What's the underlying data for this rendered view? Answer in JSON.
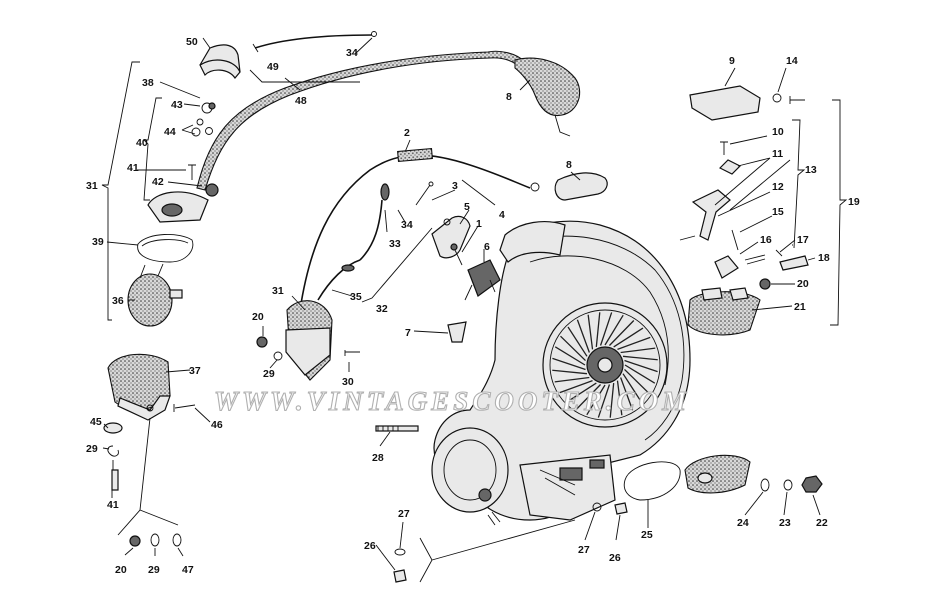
{
  "watermark": "WWW.VINTAGESCOOTER.COM",
  "labels": {
    "l1": "1",
    "l2": "2",
    "l3": "3",
    "l4": "4",
    "l5": "5",
    "l6": "6",
    "l7": "7",
    "l8a": "8",
    "l8b": "8",
    "l9": "9",
    "l10": "10",
    "l11": "11",
    "l12": "12",
    "l13": "13",
    "l14": "14",
    "l15": "15",
    "l16": "16",
    "l17": "17",
    "l18": "18",
    "l19": "19",
    "l20a": "20",
    "l20b": "20",
    "l20c": "20",
    "l21": "21",
    "l22": "22",
    "l23": "23",
    "l24": "24",
    "l25": "25",
    "l26a": "26",
    "l26b": "26",
    "l27a": "27",
    "l27b": "27",
    "l28": "28",
    "l29a": "29",
    "l29b": "29",
    "l29c": "29",
    "l30": "30",
    "l31a": "31",
    "l31b": "31",
    "l32": "32",
    "l33": "33",
    "l34a": "34",
    "l34b": "34",
    "l35": "35",
    "l36": "36",
    "l37": "37",
    "l38": "38",
    "l39": "39",
    "l40": "40",
    "l41a": "41",
    "l41b": "41",
    "l42": "42",
    "l43": "43",
    "l44": "44",
    "l45": "45",
    "l46": "46",
    "l47": "47",
    "l48": "48",
    "l49": "49",
    "l50": "50"
  }
}
